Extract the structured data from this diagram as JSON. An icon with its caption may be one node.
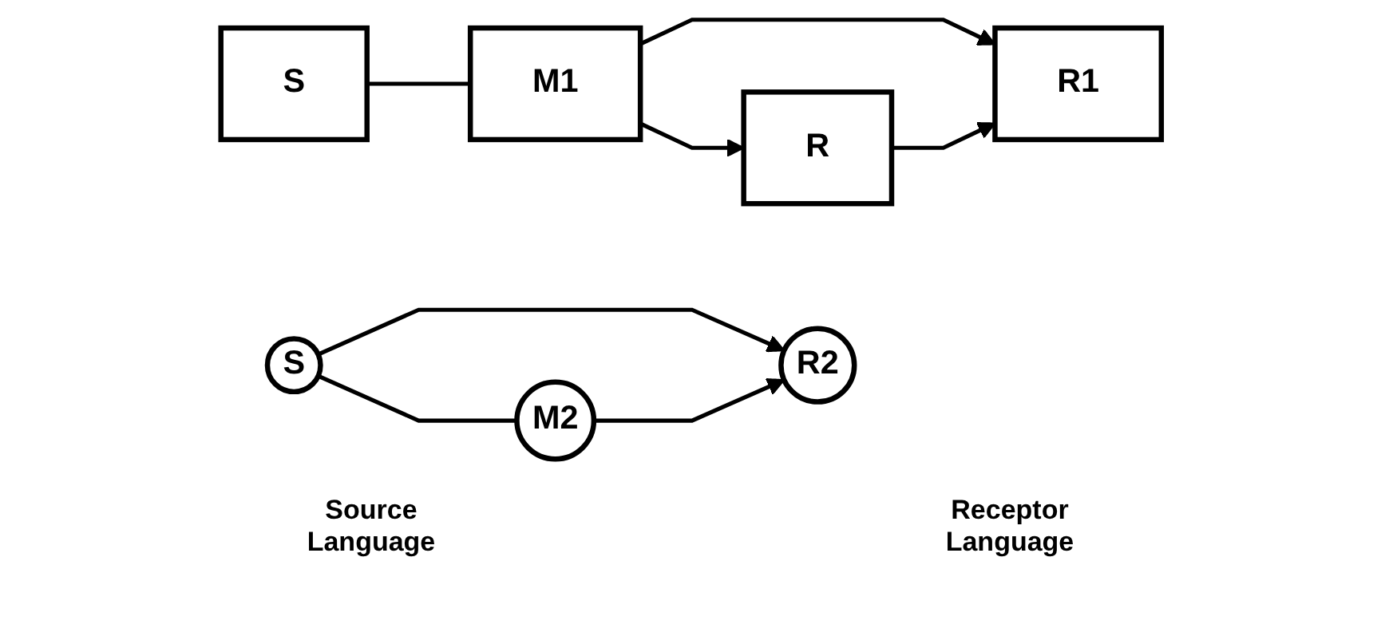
{
  "diagram": {
    "nodes": [
      {
        "text": [
          "S"
        ]
      },
      {
        "text": [
          "M1"
        ]
      },
      {
        "text": [
          "R1"
        ]
      },
      {
        "text": [
          "R"
        ]
      },
      {
        "text": [
          "S"
        ]
      },
      {
        "text": [
          "M2"
        ]
      },
      {
        "text": [
          "R2"
        ]
      }
    ],
    "edges": [
      {
        "from": 0,
        "to": 1,
        "arrow": "none"
      },
      {
        "from": 1,
        "to": 2,
        "arrow": "to"
      },
      {
        "from": 1,
        "to": 3,
        "arrow": "to"
      },
      {
        "from": 3,
        "to": 2,
        "arrow": "to"
      },
      {
        "from": 4,
        "to": 6,
        "arrow": "to"
      },
      {
        "from": 4,
        "to": 5,
        "arrow": "none"
      },
      {
        "from": 5,
        "to": 6,
        "arrow": "to"
      }
    ],
    "labels": [
      "Source Language",
      "Receptor Language"
    ]
  }
}
